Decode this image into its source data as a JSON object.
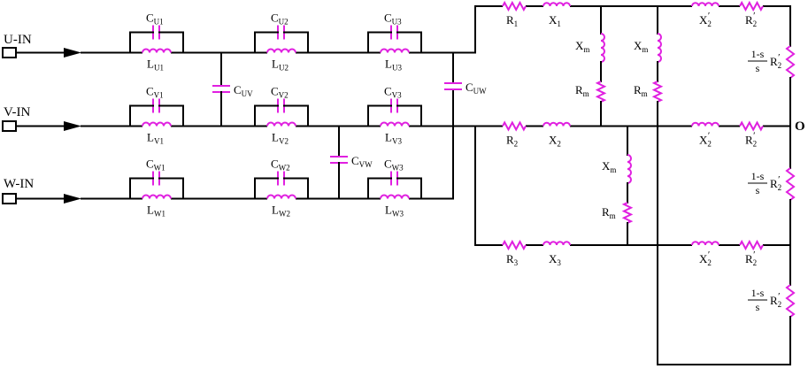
{
  "inputs": {
    "u": "U-IN",
    "v": "V-IN",
    "w": "W-IN"
  },
  "output": "O",
  "caps": [
    {
      "base": "C",
      "sub": "U1"
    },
    {
      "base": "C",
      "sub": "U2"
    },
    {
      "base": "C",
      "sub": "U3"
    },
    {
      "base": "C",
      "sub": "V1"
    },
    {
      "base": "C",
      "sub": "V2"
    },
    {
      "base": "C",
      "sub": "V3"
    },
    {
      "base": "C",
      "sub": "W1"
    },
    {
      "base": "C",
      "sub": "W2"
    },
    {
      "base": "C",
      "sub": "W3"
    }
  ],
  "inductors": [
    {
      "base": "L",
      "sub": "U1"
    },
    {
      "base": "L",
      "sub": "U2"
    },
    {
      "base": "L",
      "sub": "U3"
    },
    {
      "base": "L",
      "sub": "V1"
    },
    {
      "base": "L",
      "sub": "V2"
    },
    {
      "base": "L",
      "sub": "V3"
    },
    {
      "base": "L",
      "sub": "W1"
    },
    {
      "base": "L",
      "sub": "W2"
    },
    {
      "base": "L",
      "sub": "W3"
    }
  ],
  "shunt_caps": [
    {
      "base": "C",
      "sub": "UV"
    },
    {
      "base": "C",
      "sub": "VW"
    },
    {
      "base": "C",
      "sub": "UW"
    }
  ],
  "series": [
    {
      "base": "R",
      "sub": "1"
    },
    {
      "base": "X",
      "sub": "1"
    },
    {
      "base": "R",
      "sub": "2"
    },
    {
      "base": "X",
      "sub": "2"
    },
    {
      "base": "R",
      "sub": "3"
    },
    {
      "base": "X",
      "sub": "3"
    }
  ],
  "magnetizing": {
    "xm": {
      "base": "X",
      "sub": "m"
    },
    "rm": {
      "base": "R",
      "sub": "m"
    }
  },
  "rotor": {
    "x": {
      "base": "X",
      "sub": "2"
    },
    "r": {
      "base": "R",
      "sub": "2"
    },
    "prime": "′"
  },
  "load": {
    "num": "1-s",
    "den": "s",
    "r": {
      "base": "R",
      "sub": "2"
    },
    "prime": "′"
  }
}
